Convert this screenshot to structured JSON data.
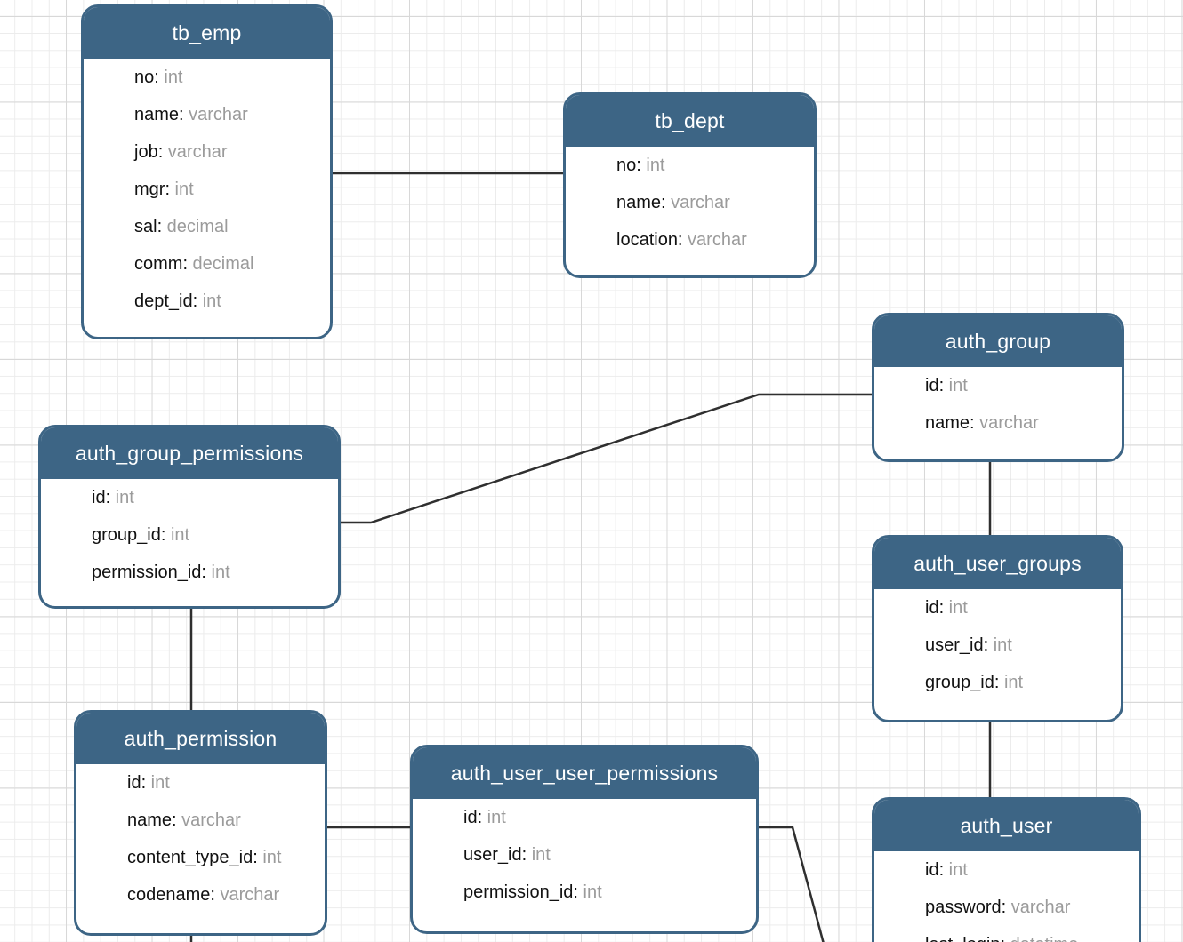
{
  "diagram": {
    "tables": [
      {
        "id": "tb_emp",
        "title": "tb_emp",
        "fields": [
          {
            "name": "no",
            "type": "int"
          },
          {
            "name": "name",
            "type": "varchar"
          },
          {
            "name": "job",
            "type": "varchar"
          },
          {
            "name": "mgr",
            "type": "int"
          },
          {
            "name": "sal",
            "type": "decimal"
          },
          {
            "name": "comm",
            "type": "decimal"
          },
          {
            "name": "dept_id",
            "type": "int"
          }
        ]
      },
      {
        "id": "tb_dept",
        "title": "tb_dept",
        "fields": [
          {
            "name": "no",
            "type": "int"
          },
          {
            "name": "name",
            "type": "varchar"
          },
          {
            "name": "location",
            "type": "varchar"
          }
        ]
      },
      {
        "id": "auth_group",
        "title": "auth_group",
        "fields": [
          {
            "name": "id",
            "type": "int"
          },
          {
            "name": "name",
            "type": "varchar"
          }
        ]
      },
      {
        "id": "auth_group_permissions",
        "title": "auth_group_permissions",
        "fields": [
          {
            "name": "id",
            "type": "int"
          },
          {
            "name": "group_id",
            "type": "int"
          },
          {
            "name": "permission_id",
            "type": "int"
          }
        ]
      },
      {
        "id": "auth_user_groups",
        "title": "auth_user_groups",
        "fields": [
          {
            "name": "id",
            "type": "int"
          },
          {
            "name": "user_id",
            "type": "int"
          },
          {
            "name": "group_id",
            "type": "int"
          }
        ]
      },
      {
        "id": "auth_permission",
        "title": "auth_permission",
        "fields": [
          {
            "name": "id",
            "type": "int"
          },
          {
            "name": "name",
            "type": "varchar"
          },
          {
            "name": "content_type_id",
            "type": "int"
          },
          {
            "name": "codename",
            "type": "varchar"
          }
        ]
      },
      {
        "id": "auth_user_user_permissions",
        "title": "auth_user_user_permissions",
        "fields": [
          {
            "name": "id",
            "type": "int"
          },
          {
            "name": "user_id",
            "type": "int"
          },
          {
            "name": "permission_id",
            "type": "int"
          }
        ]
      },
      {
        "id": "auth_user",
        "title": "auth_user",
        "fields": [
          {
            "name": "id",
            "type": "int"
          },
          {
            "name": "password",
            "type": "varchar"
          },
          {
            "name": "last_login",
            "type": "datetime"
          }
        ]
      }
    ],
    "relations": [
      {
        "from": "tb_emp",
        "to": "tb_dept"
      },
      {
        "from": "auth_group_permissions",
        "to": "auth_group"
      },
      {
        "from": "auth_group",
        "to": "auth_user_groups"
      },
      {
        "from": "auth_user_groups",
        "to": "auth_user"
      },
      {
        "from": "auth_group_permissions",
        "to": "auth_permission"
      },
      {
        "from": "auth_permission",
        "to": "auth_user_user_permissions"
      },
      {
        "from": "auth_user_user_permissions",
        "to": "auth_user"
      }
    ],
    "colors": {
      "table_header": "#3d6585",
      "table_border": "#3d6585",
      "field_name": "#111111",
      "field_type": "#9b9b9b",
      "edge": "#2f2f2f"
    }
  }
}
